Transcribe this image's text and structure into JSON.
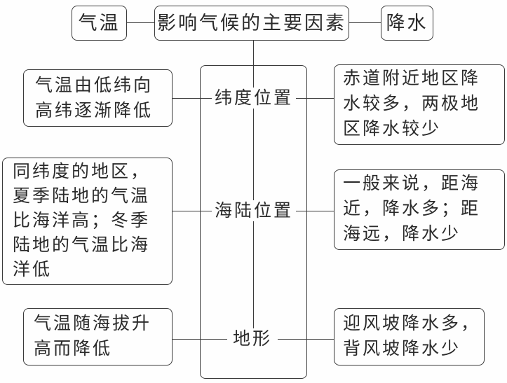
{
  "top_row": {
    "left": "气温",
    "center": "影响气候的主要因素",
    "right": "降水"
  },
  "factors": [
    {
      "label": "纬度位置",
      "temperature": [
        "气温由低纬向",
        "高纬逐渐降低"
      ],
      "precipitation": [
        "赤道附近地区降",
        "水较多，两极地",
        "区降水较少"
      ]
    },
    {
      "label": "海陆位置",
      "temperature": [
        "同纬度的地区，",
        "夏季陆地的气温",
        "比海洋高；冬季",
        "陆地的气温比海",
        "洋低"
      ],
      "precipitation": [
        "一般来说，距海",
        "近，降水多；距",
        "海远，降水少"
      ]
    },
    {
      "label": "地形",
      "temperature": [
        "气温随海拔升",
        "高而降低"
      ],
      "precipitation": [
        "迎风坡降水多，",
        "背风坡降水少"
      ]
    }
  ]
}
